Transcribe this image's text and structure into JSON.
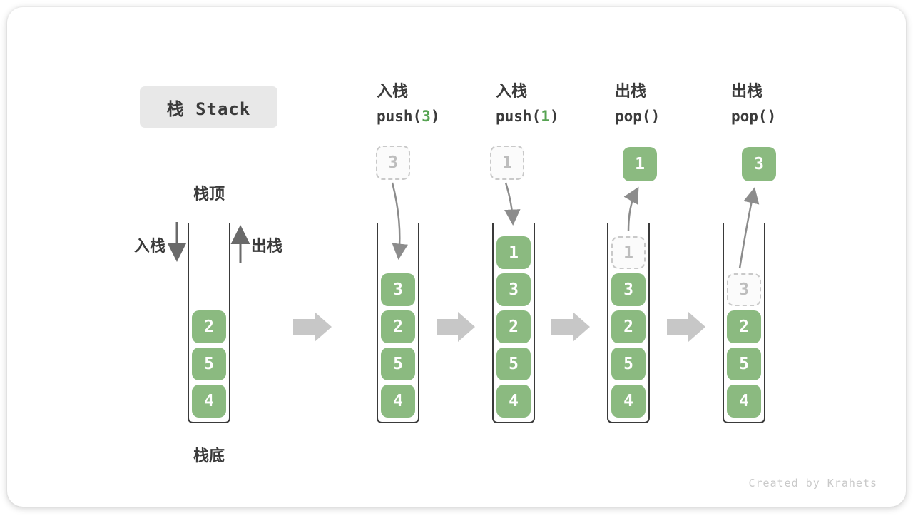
{
  "title": "栈 Stack",
  "footer": "Created by Krahets",
  "colors": {
    "cell_green": "#8bba80",
    "code_green": "#56a352",
    "text_dark": "#3b3b3b",
    "wall_color": "#3a3a3a",
    "arrow_dark": "#6a6a6a",
    "arrow_light": "#8c8c8c",
    "block_arrow": "#c7c7c7",
    "dashed_border": "#c9c9c9",
    "dashed_text": "#bdbdbd",
    "title_bg": "#e8e8e8",
    "footer_gray": "#c9c9c9"
  },
  "side_labels": {
    "top": "栈顶",
    "bottom": "栈底",
    "push": "入栈",
    "pop": "出栈"
  },
  "operations": [
    {
      "label": "入栈",
      "code_pre": "push(",
      "code_arg": "3",
      "code_post": ")"
    },
    {
      "label": "入栈",
      "code_pre": "push(",
      "code_arg": "1",
      "code_post": ")"
    },
    {
      "label": "出栈",
      "code_pre": "pop()",
      "code_arg": "",
      "code_post": ""
    },
    {
      "label": "出栈",
      "code_pre": "pop()",
      "code_arg": "",
      "code_post": ""
    }
  ],
  "floating_cells": [
    {
      "value": "3",
      "variant": "dashed"
    },
    {
      "value": "1",
      "variant": "dashed"
    },
    {
      "value": "1",
      "variant": "solid"
    },
    {
      "value": "3",
      "variant": "solid"
    }
  ],
  "stacks": [
    {
      "cells": [
        {
          "value": "2"
        },
        {
          "value": "5"
        },
        {
          "value": "4"
        }
      ]
    },
    {
      "cells": [
        {
          "value": "3"
        },
        {
          "value": "2"
        },
        {
          "value": "5"
        },
        {
          "value": "4"
        }
      ]
    },
    {
      "cells": [
        {
          "value": "1"
        },
        {
          "value": "3"
        },
        {
          "value": "2"
        },
        {
          "value": "5"
        },
        {
          "value": "4"
        }
      ]
    },
    {
      "cells": [
        {
          "value": "1"
        },
        {
          "value": "3"
        },
        {
          "value": "2"
        },
        {
          "value": "5"
        },
        {
          "value": "4"
        }
      ]
    },
    {
      "cells": [
        {
          "value": "3"
        },
        {
          "value": "2"
        },
        {
          "value": "5"
        },
        {
          "value": "4"
        }
      ]
    }
  ]
}
